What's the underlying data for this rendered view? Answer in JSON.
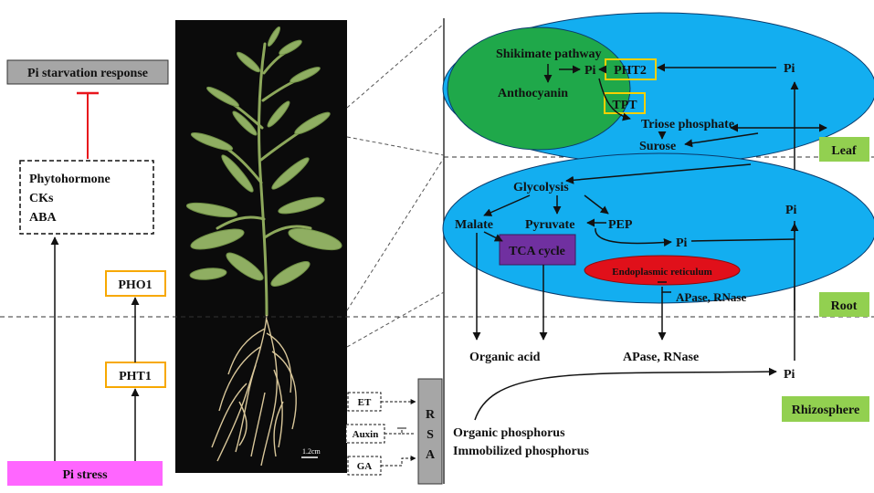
{
  "left": {
    "pi_starvation_response": "Pi starvation response",
    "phytohormone": "Phytohormone",
    "cks": "CKs",
    "aba": "ABA",
    "pho1": "PHO1",
    "pht1": "PHT1",
    "pi_stress": "Pi stress"
  },
  "photo": {
    "scale_bar": "1.2cm"
  },
  "hormones": {
    "et": "ET",
    "auxin": "Auxin",
    "ga": "GA",
    "rsa_letters": [
      "R",
      "S",
      "A"
    ]
  },
  "leaf": {
    "shikimate": "Shikimate pathway",
    "pi": "Pi",
    "anthocyanin": "Anthocyanin",
    "pht2": "PHT2",
    "tpt": "TPT",
    "triose": "Triose phosphate",
    "pi_right": "Pi",
    "surose": "Surose"
  },
  "root": {
    "glycolysis": "Glycolysis",
    "malate": "Malate",
    "pyruvate": "Pyruvate",
    "pep": "PEP",
    "tca": "TCA cycle",
    "pi_mid": "Pi",
    "er": "Endoplasmic  reticulum",
    "apase_inner": "APase, RNase",
    "pi_right": "Pi"
  },
  "rhizo": {
    "organic_acid": "Organic acid",
    "apase": "APase, RNase",
    "pi": "Pi",
    "organic_p": "Organic phosphorus",
    "immobilized_p": "Immobilized  phosphorus"
  },
  "zones": {
    "leaf": "Leaf",
    "root": "Root",
    "rhizosphere": "Rhizosphere"
  },
  "colors": {
    "cell_blue": "#13aef0",
    "chloroplast_green": "#1fa84a",
    "tca_purple": "#7030a0",
    "er_red": "#e0101a",
    "zone_green": "#92d050",
    "pi_stress_pink": "#ff66ff",
    "gene_box_orange": "#f7a800",
    "grey_box": "#a6a6a6",
    "inhibit_red": "#e8161c"
  }
}
